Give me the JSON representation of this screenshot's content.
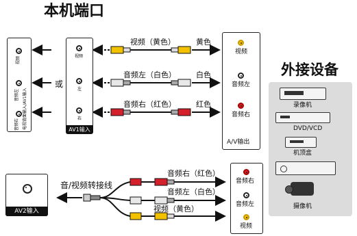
{
  "title_local": "本机端口",
  "title_external": "外接设备",
  "or_label": "或",
  "tv_side_panel": {
    "label_top": "视频",
    "label_middle": "电视背面输入/AV1输入",
    "label_l": "音频左",
    "label_r": "音频右"
  },
  "av1_panel": {
    "video": "视频",
    "left": "左",
    "right": "右",
    "caption": "AV1输入"
  },
  "av1_cables": [
    {
      "label": "视频（黄色）",
      "color_label": "黄色",
      "color": "#f2c200"
    },
    {
      "label": "音频左（白色）",
      "color_label": "白色",
      "color": "#e8e8e8"
    },
    {
      "label": "音频右（红色）",
      "color_label": "红色",
      "color": "#d4202a"
    }
  ],
  "output_panel": {
    "video": "视频",
    "left": "音频左",
    "right": "音频右",
    "caption": "A/V输出"
  },
  "devices": [
    "录像机",
    "DVD/VCD",
    "机顶盒",
    "摄像机"
  ],
  "av2_panel": {
    "caption": "AV2输入"
  },
  "converter_label": "音/视频转接线",
  "av2_cables": [
    {
      "label": "音频右（红色）",
      "color": "#d4202a"
    },
    {
      "label": "音频左（白色）",
      "color": "#e8e8e8"
    },
    {
      "label": "视频（黄色）",
      "color": "#f2c200"
    }
  ],
  "av2_output_panel": {
    "right": "音频右",
    "left": "音频左",
    "video": "视频"
  }
}
